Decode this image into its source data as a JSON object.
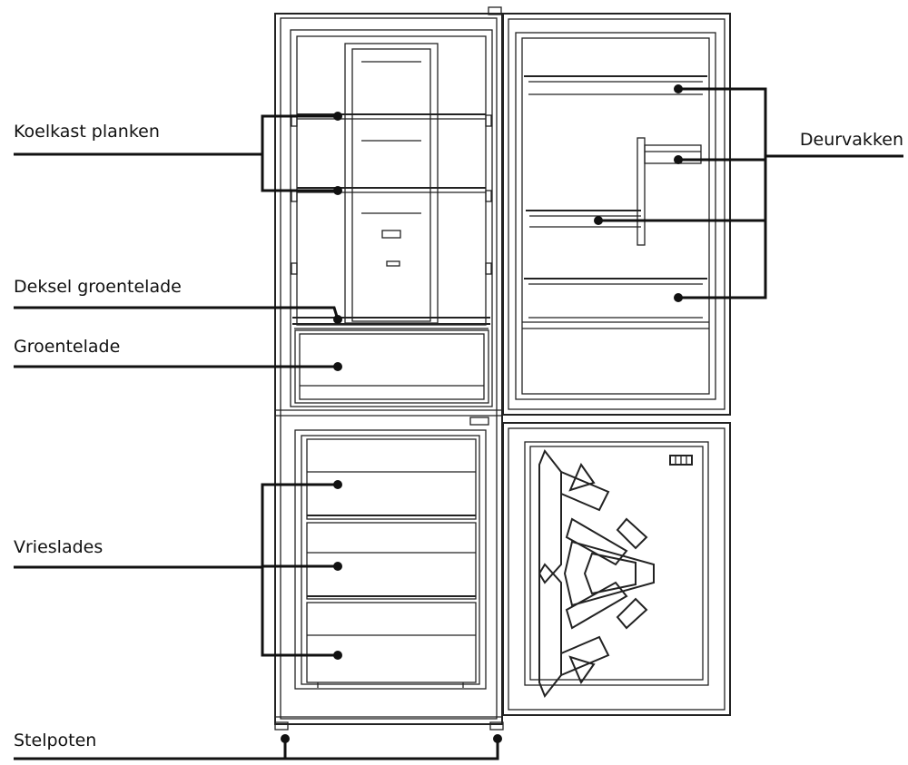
{
  "labels": {
    "fridge_shelves": "Koelkast planken",
    "crisper_cover": "Deksel groentelade",
    "crisper": "Groentelade",
    "freezer_drawers": "Vrieslades",
    "feet": "Stelpoten",
    "door_shelves": "Deurvakken"
  },
  "colors": {
    "line": "#111111",
    "background": "#ffffff"
  },
  "icons": [
    "snowflake-icon",
    "control-panel-icon"
  ]
}
